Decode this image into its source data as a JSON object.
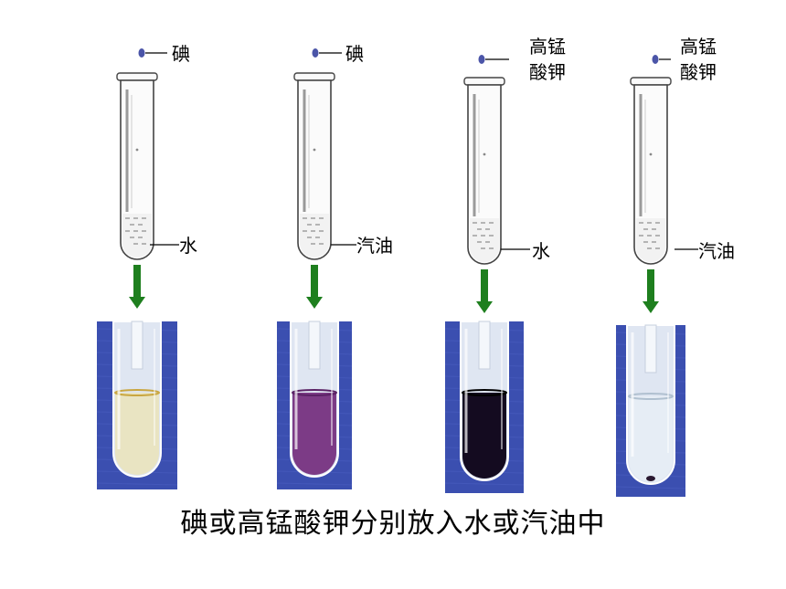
{
  "experiments": [
    {
      "solute": [
        "碘"
      ],
      "solvent": "水",
      "liquid_color": "#e9e4c2",
      "meniscus_color": "#c9a640"
    },
    {
      "solute": [
        "碘"
      ],
      "solvent": "汽油",
      "liquid_color": "#7c3b86",
      "meniscus_color": "#5a2265"
    },
    {
      "solute": [
        "高锰",
        "酸钾"
      ],
      "solvent": "水",
      "liquid_color": "#140b20",
      "meniscus_color": "#000000"
    },
    {
      "solute": [
        "高锰",
        "酸钾"
      ],
      "solvent": "汽油",
      "liquid_color": "#e6edf5",
      "meniscus_color": "#b0c0d0"
    }
  ],
  "caption": "碘或高锰酸钾分别放入水或汽油中",
  "colors": {
    "arrow": "#1e7f1e",
    "photo_background": "#3b4fb0",
    "particle": "#4b55a8",
    "tube_outline": "#444444"
  }
}
